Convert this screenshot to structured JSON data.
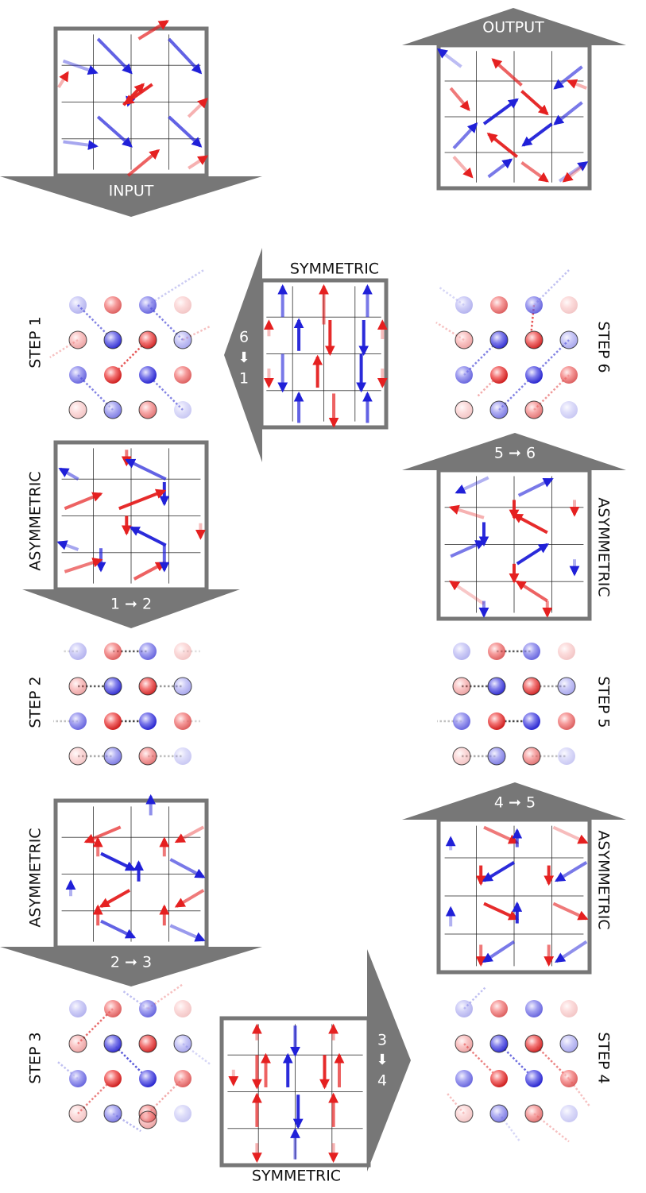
{
  "title": "",
  "labels": {
    "input": "INPUT",
    "output": "OUTPUT",
    "symmetric_top": "SYMMETRIC",
    "symmetric_bottom": "SYMMETRIC",
    "asym_1": "ASYMMETRIC",
    "asym_2": "ASYMMETRIC",
    "asym_3": "ASYMMETRIC",
    "asym_4": "ASYMMETRIC",
    "step1": "STEP 1",
    "step2": "STEP 2",
    "step3": "STEP 3",
    "step4": "STEP 4",
    "step5": "STEP 5",
    "step6": "STEP 6",
    "t12": "1 ➞ 2",
    "t23": "2 ➞ 3",
    "t45": "4 ➞ 5",
    "t56": "5 ➞ 6",
    "t61_a": "6",
    "t61_b": "1",
    "t34_a": "3",
    "t34_b": "4"
  },
  "colors": {
    "frame": "#777777",
    "red": "#e52020",
    "blue": "#2020d8",
    "grid": "#222222"
  }
}
